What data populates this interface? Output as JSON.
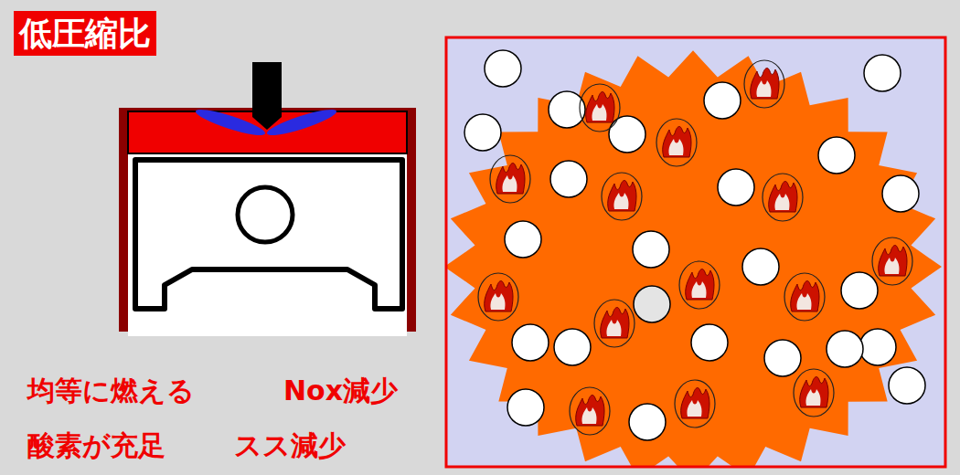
{
  "diagram": {
    "nodes": [
      {
        "text": [
          "低圧縮比"
        ]
      }
    ],
    "labels": [
      "均等に燃える",
      "Nox減少",
      "酸素が充足",
      "スス減少"
    ]
  }
}
